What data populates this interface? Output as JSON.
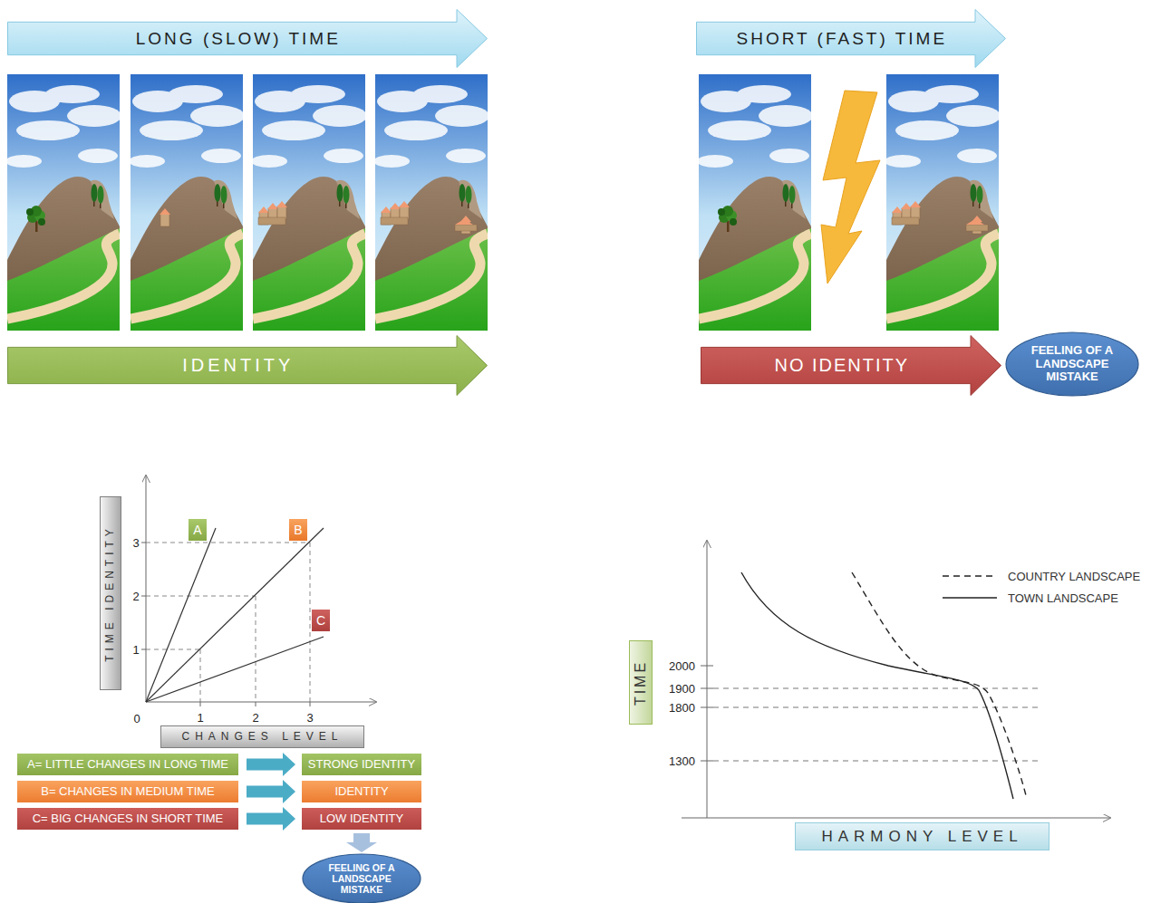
{
  "diagram": {
    "nodes": [
      {
        "text": [
          "LONG (SLOW) TIME"
        ]
      },
      {
        "text": [
          "SHORT (FAST) TIME"
        ]
      },
      {
        "text": [
          "IDENTITY"
        ]
      },
      {
        "text": [
          "NO IDENTITY"
        ]
      },
      {
        "text": [
          "FEELING OF A LANDSCAPE MISTAKE"
        ]
      },
      {
        "text": [
          "TIME IDENTITY"
        ]
      },
      {
        "text": [
          "A"
        ]
      },
      {
        "text": [
          "B"
        ]
      },
      {
        "text": [
          "C"
        ]
      },
      {
        "text": [
          "CHANGES LEVEL"
        ]
      },
      {
        "text": [
          "A= LITTLE CHANGES IN LONG TIME"
        ]
      },
      {
        "text": [
          "STRONG IDENTITY"
        ]
      },
      {
        "text": [
          "B= CHANGES IN MEDIUM TIME"
        ]
      },
      {
        "text": [
          "IDENTITY"
        ]
      },
      {
        "text": [
          "C= BIG CHANGES IN SHORT TIME"
        ]
      },
      {
        "text": [
          "LOW IDENTITY"
        ]
      },
      {
        "text": [
          "FEELING OF A LANDSCAPE MISTAKE"
        ]
      },
      {
        "text": [
          "TIME"
        ]
      },
      {
        "text": [
          "HARMONY LEVEL"
        ]
      }
    ],
    "edges": [
      {
        "from": 10,
        "to": 11,
        "arrow": "to"
      },
      {
        "from": 12,
        "to": 13,
        "arrow": "to"
      },
      {
        "from": 14,
        "to": 15,
        "arrow": "to"
      },
      {
        "from": 15,
        "to": 16,
        "arrow": "to"
      }
    ],
    "labels": [
      "3",
      "2",
      "1",
      "0",
      "1",
      "2",
      "3",
      "2000",
      "1900",
      "1800",
      "1300"
    ],
    "legend": [
      {
        "text": "COUNTRY LANDSCAPE"
      },
      {
        "text": "TOWN LANDSCAPE"
      }
    ]
  }
}
